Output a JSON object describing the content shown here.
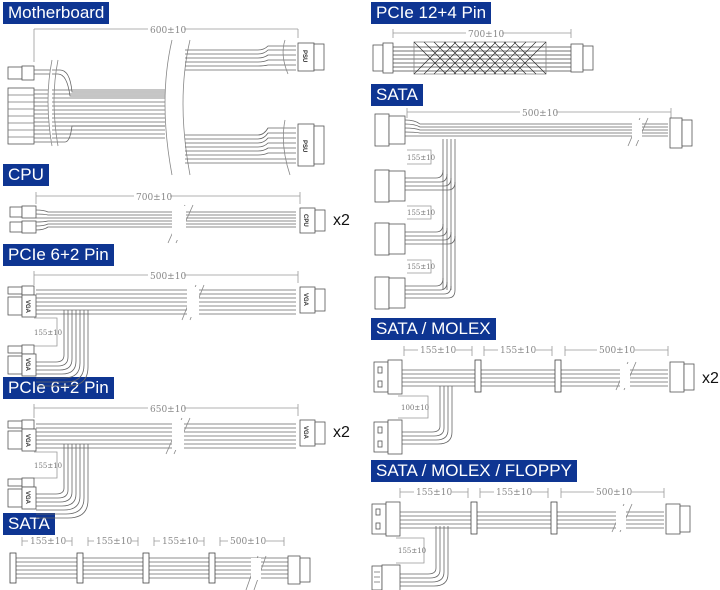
{
  "diagram": {
    "type": "psu-cable-specifications",
    "accent_color": "#0e3592",
    "cables": [
      {
        "id": "motherboard",
        "title": "Motherboard",
        "length": "600±10",
        "connector_label": "PSU",
        "multiplier": ""
      },
      {
        "id": "cpu",
        "title": "CPU",
        "length": "700±10",
        "connector_label": "CPU",
        "multiplier": "x2"
      },
      {
        "id": "pcie-1",
        "title": "PCIe 6+2 Pin",
        "length": "500±10",
        "branch_length": "155±10",
        "connector_label": "VGA",
        "multiplier": ""
      },
      {
        "id": "pcie-2",
        "title": "PCIe 6+2 Pin",
        "length": "650±10",
        "branch_length": "155±10",
        "connector_label": "VGA",
        "multiplier": "x2"
      },
      {
        "id": "sata-left",
        "title": "SATA",
        "segments": [
          "155±10",
          "155±10",
          "155±10",
          "500±10"
        ],
        "multiplier": ""
      },
      {
        "id": "pcie-12-4",
        "title": "PCIe 12+4 Pin",
        "length": "700±10",
        "multiplier": ""
      },
      {
        "id": "sata-right",
        "title": "SATA",
        "length": "500±10",
        "branch_lengths": [
          "155±10",
          "155±10",
          "155±10"
        ],
        "multiplier": ""
      },
      {
        "id": "sata-molex",
        "title": "SATA / MOLEX",
        "segments": [
          "155±10",
          "155±10",
          "500±10"
        ],
        "branch_length": "100±10",
        "multiplier": "x2"
      },
      {
        "id": "sata-molex-floppy",
        "title": "SATA / MOLEX / FLOPPY",
        "segments": [
          "155±10",
          "155±10",
          "500±10"
        ],
        "branch_length": "155±10",
        "multiplier": ""
      }
    ]
  }
}
